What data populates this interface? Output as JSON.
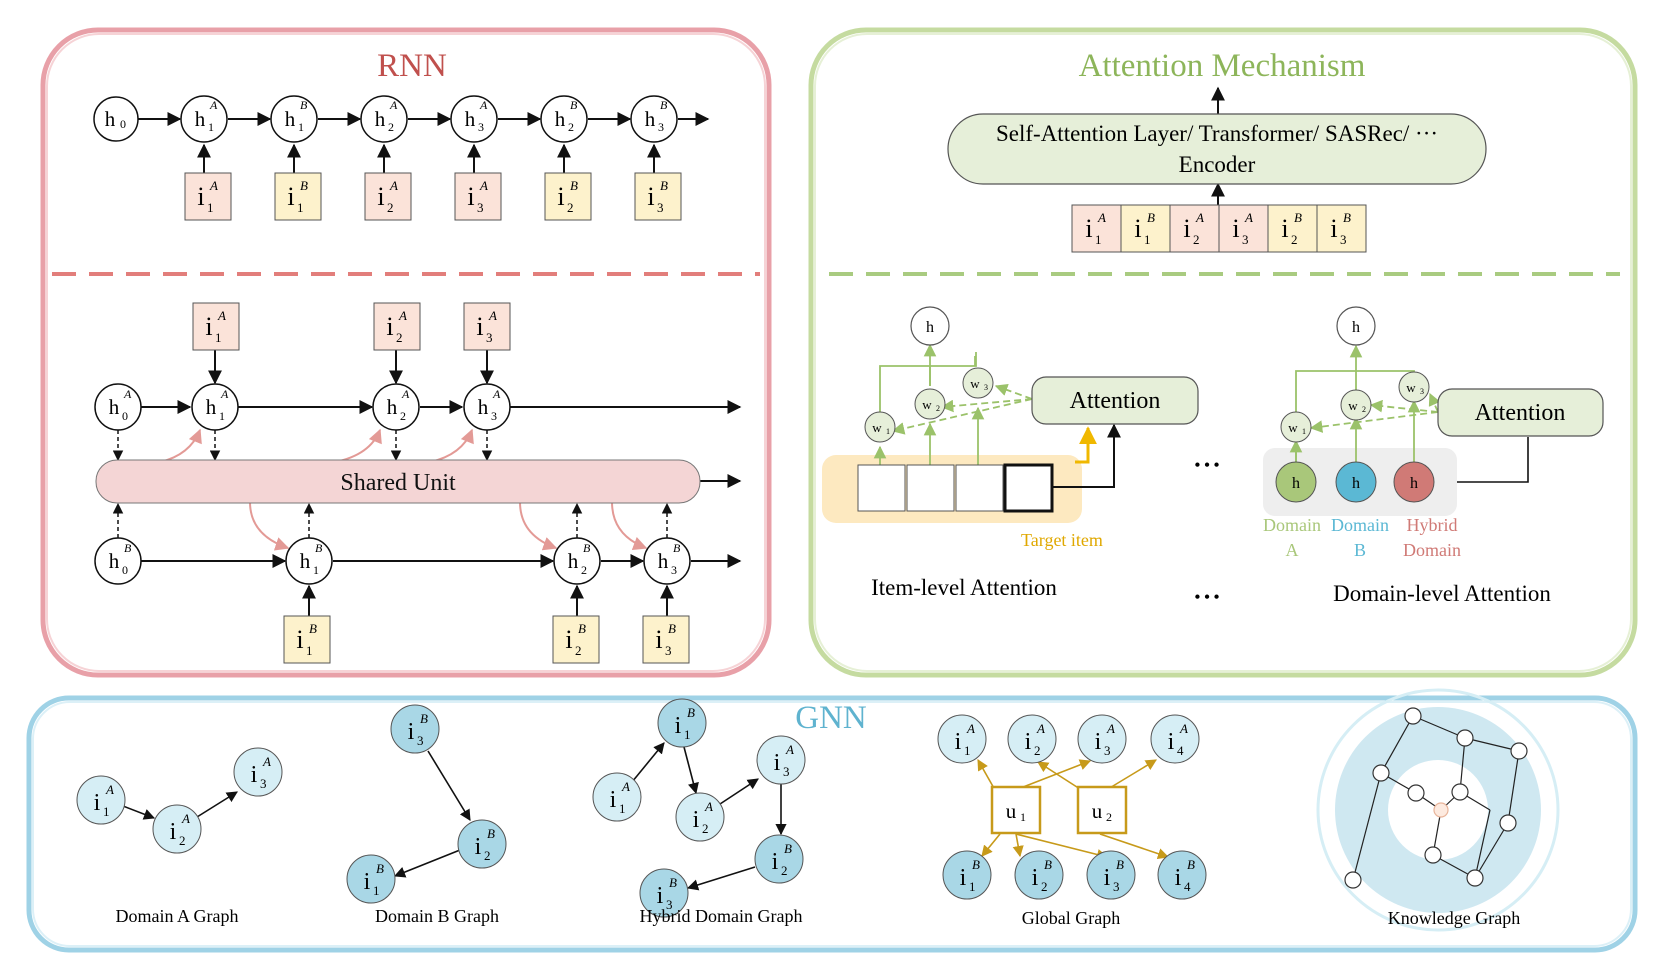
{
  "colors": {
    "rnn_border": "#e8a0a8",
    "rnn_title": "#c0504d",
    "attention_border": "#c5dba0",
    "attention_title": "#8db55a",
    "gnn_border": "#9fd2e6",
    "gnn_title": "#5fb3cf",
    "item_a_fill": "#fbe3d9",
    "item_b_fill": "#fdf2cc",
    "shared_unit_fill": "#f4d5d5",
    "attention_box_fill": "#e6efd9",
    "target_highlight": "#fde9c0",
    "target_label": "#e0a800",
    "domain_a": "#a9c77a",
    "domain_b": "#5bb8d4",
    "hybrid": "#d07a76",
    "graph_node_fill": "#d6eef5",
    "user_node": "#c79a1a",
    "knowledge_ring": "#cfe8f1"
  },
  "rnn": {
    "title": "RNN",
    "top_h0": "h",
    "top_h0_sub": "0",
    "shared_unit": "Shared Unit"
  },
  "attention": {
    "title": "Attention Mechanism",
    "encoder_line1": "Self-Attention Layer/ Transformer/ SASRec/ ···",
    "encoder_line2": "Encoder",
    "attention_label": "Attention",
    "target_item": "Target item",
    "item_level": "Item-level Attention",
    "domain_level": "Domain-level Attention",
    "ellipsis": "• • •",
    "h": "h",
    "w": "w",
    "domain_a_line1": "Domain",
    "domain_a_line2": "A",
    "domain_b_line1": "Domain",
    "domain_b_line2": "B",
    "hybrid_line1": "Hybrid",
    "hybrid_line2": "Domain"
  },
  "gnn": {
    "title": "GNN",
    "captions": [
      "Domain A Graph",
      "Domain B Graph",
      "Hybrid Domain  Graph",
      "Global Graph",
      "Knowledge Graph"
    ],
    "u1": "u",
    "u2": "u"
  }
}
